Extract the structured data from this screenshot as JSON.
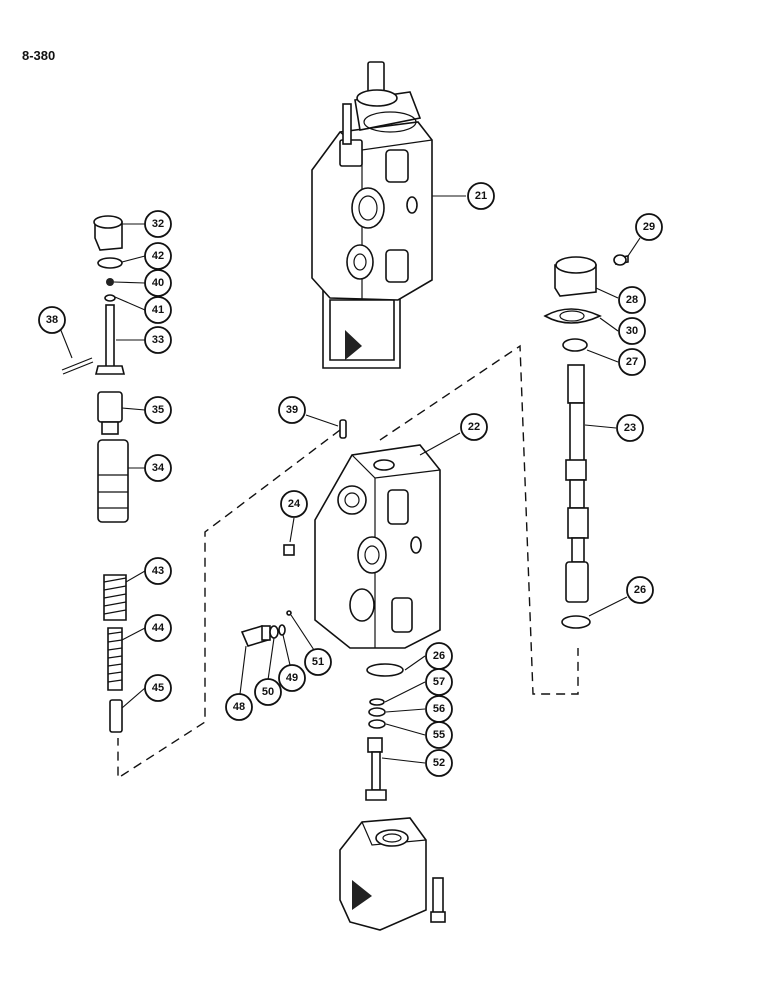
{
  "page": {
    "code": "8-380"
  },
  "callouts": [
    {
      "label": "21"
    },
    {
      "label": "32"
    },
    {
      "label": "42"
    },
    {
      "label": "40"
    },
    {
      "label": "41"
    },
    {
      "label": "38"
    },
    {
      "label": "33"
    },
    {
      "label": "35"
    },
    {
      "label": "34"
    },
    {
      "label": "43"
    },
    {
      "label": "44"
    },
    {
      "label": "45"
    },
    {
      "label": "29"
    },
    {
      "label": "28"
    },
    {
      "label": "30"
    },
    {
      "label": "27"
    },
    {
      "label": "23"
    },
    {
      "label": "39"
    },
    {
      "label": "22"
    },
    {
      "label": "24"
    },
    {
      "label": "26"
    },
    {
      "label": "26"
    },
    {
      "label": "57"
    },
    {
      "label": "56"
    },
    {
      "label": "55"
    },
    {
      "label": "52"
    },
    {
      "label": "48"
    },
    {
      "label": "50"
    },
    {
      "label": "49"
    },
    {
      "label": "51"
    }
  ]
}
